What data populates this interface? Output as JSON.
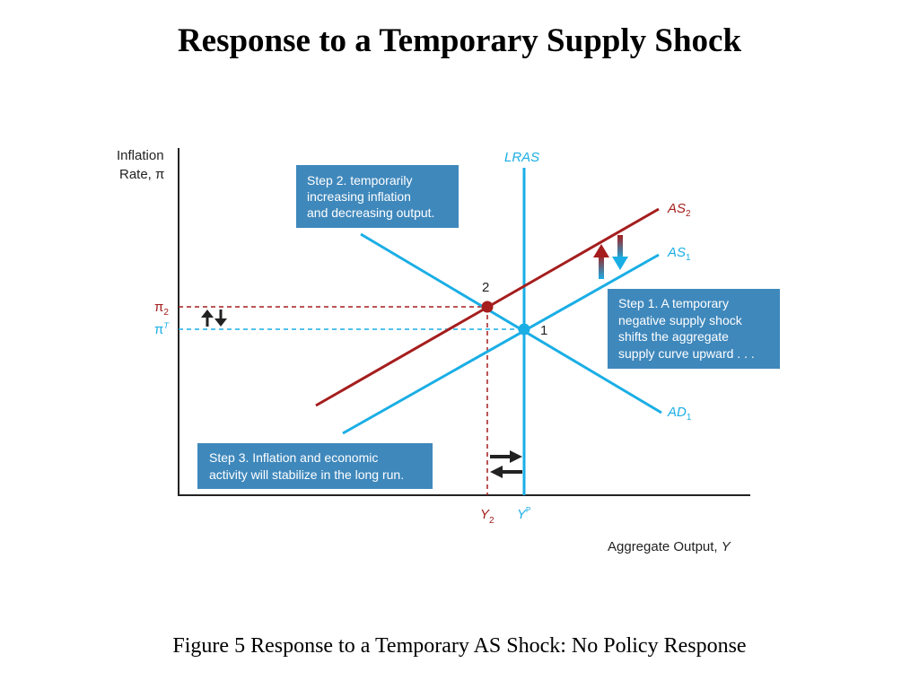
{
  "title": "Response to a Temporary Supply Shock",
  "caption": "Figure 5  Response to a Temporary AS Shock: No Policy Response",
  "axes": {
    "y_label_line1": "Inflation",
    "y_label_line2": "Rate, π",
    "x_label_main": "Aggregate Output, ",
    "x_label_var": "Y"
  },
  "curves": {
    "lras": "LRAS",
    "as2_main": "AS",
    "as2_sub": "2",
    "as1_main": "AS",
    "as1_sub": "1",
    "ad1_main": "AD",
    "ad1_sub": "1"
  },
  "points": {
    "p1": "1",
    "p2": "2"
  },
  "ticks": {
    "pi2_main": "π",
    "pi2_sub": "2",
    "piT_main": "π",
    "piT_sup": "T",
    "y2_main": "Y",
    "y2_sub": "2",
    "yp_main": "Y",
    "yp_sup": "P"
  },
  "boxes": {
    "step2": [
      "Step 2. temporarily",
      "increasing inflation",
      "and decreasing output."
    ],
    "step1": [
      "Step 1. A temporary",
      "negative supply shock",
      "shifts the aggregate",
      "supply curve upward . . ."
    ],
    "step3": [
      "Step 3. Inflation and economic",
      "activity will stabilize in the long run."
    ]
  },
  "colors": {
    "blue": "#1aaee5",
    "red": "#a51d1d",
    "box": "#3f88bc",
    "axis": "#222222"
  }
}
